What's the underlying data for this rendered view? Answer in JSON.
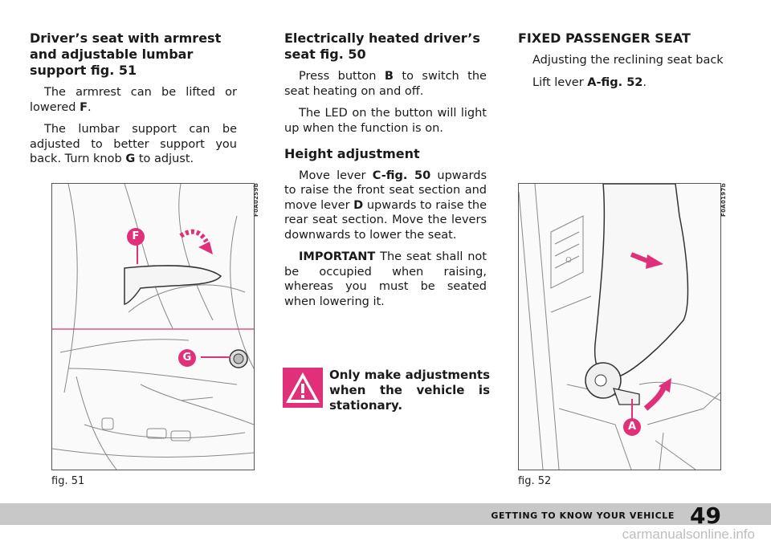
{
  "col1": {
    "heading": "Driver’s seat with armrest and adjustable lumbar support fig. 51",
    "p1_pre": "The armrest can be lifted or lowered ",
    "p1_key": "F",
    "p1_post": ".",
    "p2_pre": "The lumbar support can be adjusted to better support you back. Turn knob ",
    "p2_key": "G",
    "p2_post": " to adjust."
  },
  "col2": {
    "heading": "Electrically heated driver’s seat fig. 50",
    "p1_pre": "Press button ",
    "p1_key": "B",
    "p1_post": " to switch the seat heating on and off.",
    "p2": "The LED on the button will light up when the function is on.",
    "subheading": "Height adjustment",
    "p3_pre": "Move lever ",
    "p3_key1": "C-fig. 50",
    "p3_mid": " upwards to raise the front seat section and move lever ",
    "p3_key2": "D",
    "p3_post": " upwards to raise the rear seat section. Move the levers downwards to lower the seat.",
    "p4_key": "IMPORTANT",
    "p4_post": " The seat shall not be occupied when raising, whereas you must be seated when lowering it.",
    "warning": "Only make adjustments when the vehicle is stationary."
  },
  "col3": {
    "heading": "FIXED PASSENGER SEAT",
    "p1": "Adjusting the reclining seat back",
    "p2_pre": "Lift lever ",
    "p2_key": "A-fig. 52",
    "p2_post": "."
  },
  "figures": {
    "fig51": {
      "caption": "fig. 51",
      "code": "F0A0259b",
      "label_f": "F",
      "label_g": "G"
    },
    "fig52": {
      "caption": "fig. 52",
      "code": "F0A0197b",
      "label_a": "A"
    }
  },
  "footer": {
    "section": "GETTING TO KNOW YOUR VEHICLE",
    "page": "49",
    "watermark": "carmanualsonline.info"
  },
  "colors": {
    "accent": "#e0307a",
    "footer_bar": "#c8c8c8"
  }
}
